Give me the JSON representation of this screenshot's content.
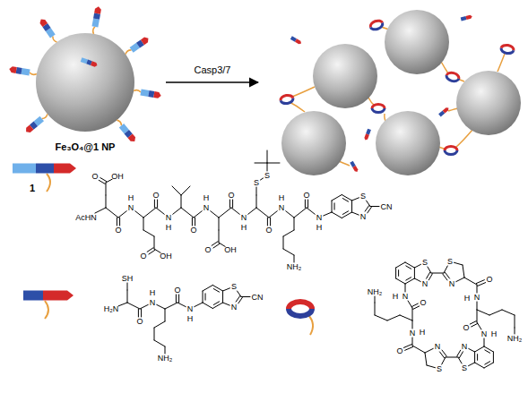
{
  "diagram": {
    "labels": [
      "Fe₃O₄@1 NP",
      "Casp3/7",
      "1",
      "OH",
      "O",
      "AcHN",
      "O",
      "N",
      "H",
      "O",
      "OH",
      "O",
      "N",
      "H",
      "O",
      "N",
      "H",
      "O",
      "OH",
      "O",
      "N",
      "H",
      "S",
      "S",
      "O",
      "N",
      "H",
      "NH₂",
      "O",
      "N",
      "H",
      "S",
      "N",
      "CN",
      "SH",
      "H₂N",
      "O",
      "N",
      "H",
      "NH₂",
      "O",
      "N",
      "H",
      "S",
      "N",
      "CN",
      "S",
      "N",
      "S",
      "N",
      "O",
      "N",
      "H",
      "NH₂",
      "O",
      "N",
      "H",
      "N",
      "S",
      "N",
      "S",
      "O",
      "N",
      "H",
      "NH₂",
      "O",
      "N",
      "H"
    ]
  }
}
